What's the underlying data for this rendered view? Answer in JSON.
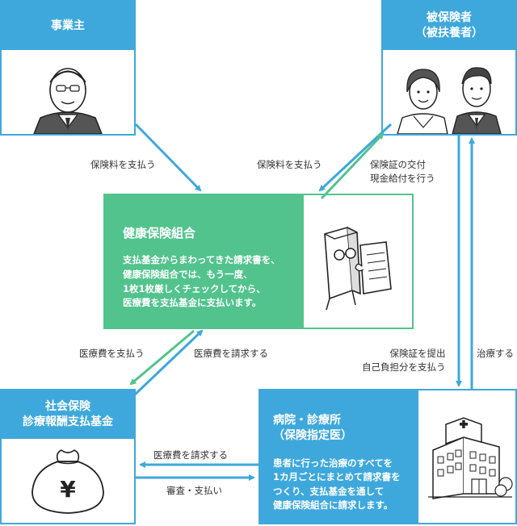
{
  "employer": {
    "title": "事業主"
  },
  "insured": {
    "title_line1": "被保険者",
    "title_line2": "（被扶養者）"
  },
  "union": {
    "title": "健康保険組合",
    "desc": [
      "支払基金からまわってきた請求書を、",
      "健康保険組合では、もう一度、",
      "1枚1枚厳しくチェックしてから、",
      "医療費を支払基金に支払います。"
    ]
  },
  "fund": {
    "title_line1": "社会保険",
    "title_line2": "診療報酬支払基金",
    "symbol": "¥"
  },
  "hospital": {
    "title_line1": "病院・診療所",
    "title_line2": "（保険指定医）",
    "desc": [
      "患者に行った治療のすべてを",
      "1カ月ごとにまとめて請求書を",
      "つくり、支払基金を通して",
      "健康保険組合に請求します。"
    ]
  },
  "labels": {
    "employer_pays": "保険料を支払う",
    "insured_pays": "保険料を支払う",
    "union_issues": [
      "保険証の交付",
      "現金給付を行う"
    ],
    "union_pays_medical": "医療費を支払う",
    "fund_requests": "医療費を請求する",
    "present_card": [
      "保険証を提出",
      "自己負担分を支払う"
    ],
    "treat": "治療する",
    "hospital_requests": "医療費を請求する",
    "review_pay": "審査・支払い"
  },
  "colors": {
    "blue": "#3ea8dc",
    "green": "#52c38d"
  },
  "icons": {
    "employer": "businessman-illustration",
    "insured": "couple-illustration",
    "union": "document-reader-illustration",
    "fund": "money-bag-icon",
    "hospital": "hospital-building-icon"
  }
}
